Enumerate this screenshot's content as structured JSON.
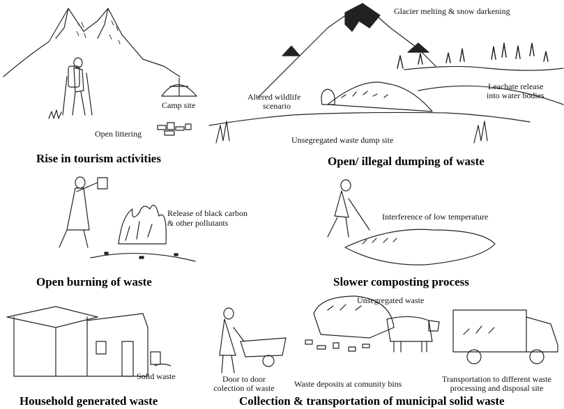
{
  "captions": {
    "tourism": "Rise in tourism activities",
    "dumping": "Open/ illegal dumping of waste",
    "burning": "Open burning of waste",
    "composting": "Slower composting process",
    "household": "Household generated waste",
    "collection": "Collection & transportation of municipal solid waste"
  },
  "labels": {
    "camp_site": "Camp site",
    "open_littering": "Open littering",
    "glacier": "Glacier melting & snow darkening",
    "wildlife_1": "Altered wildlife",
    "wildlife_2": "scenario",
    "leachate_1": "Leachate release",
    "leachate_2": "into water bodies",
    "dump_site": "Unsegregated waste dump site",
    "black_carbon_1": "Release of black carbon",
    "black_carbon_2": "& other pollutants",
    "low_temp": "Interference of low temperature",
    "unsegregated": "Unsegregated waste",
    "solid_waste": "Solid waste",
    "door_1": "Door to door",
    "door_2": "colection of waste",
    "bins": "Waste deposits at comunity bins",
    "transport_1": "Transportation to  different waste",
    "transport_2": "processing and disposal site"
  }
}
